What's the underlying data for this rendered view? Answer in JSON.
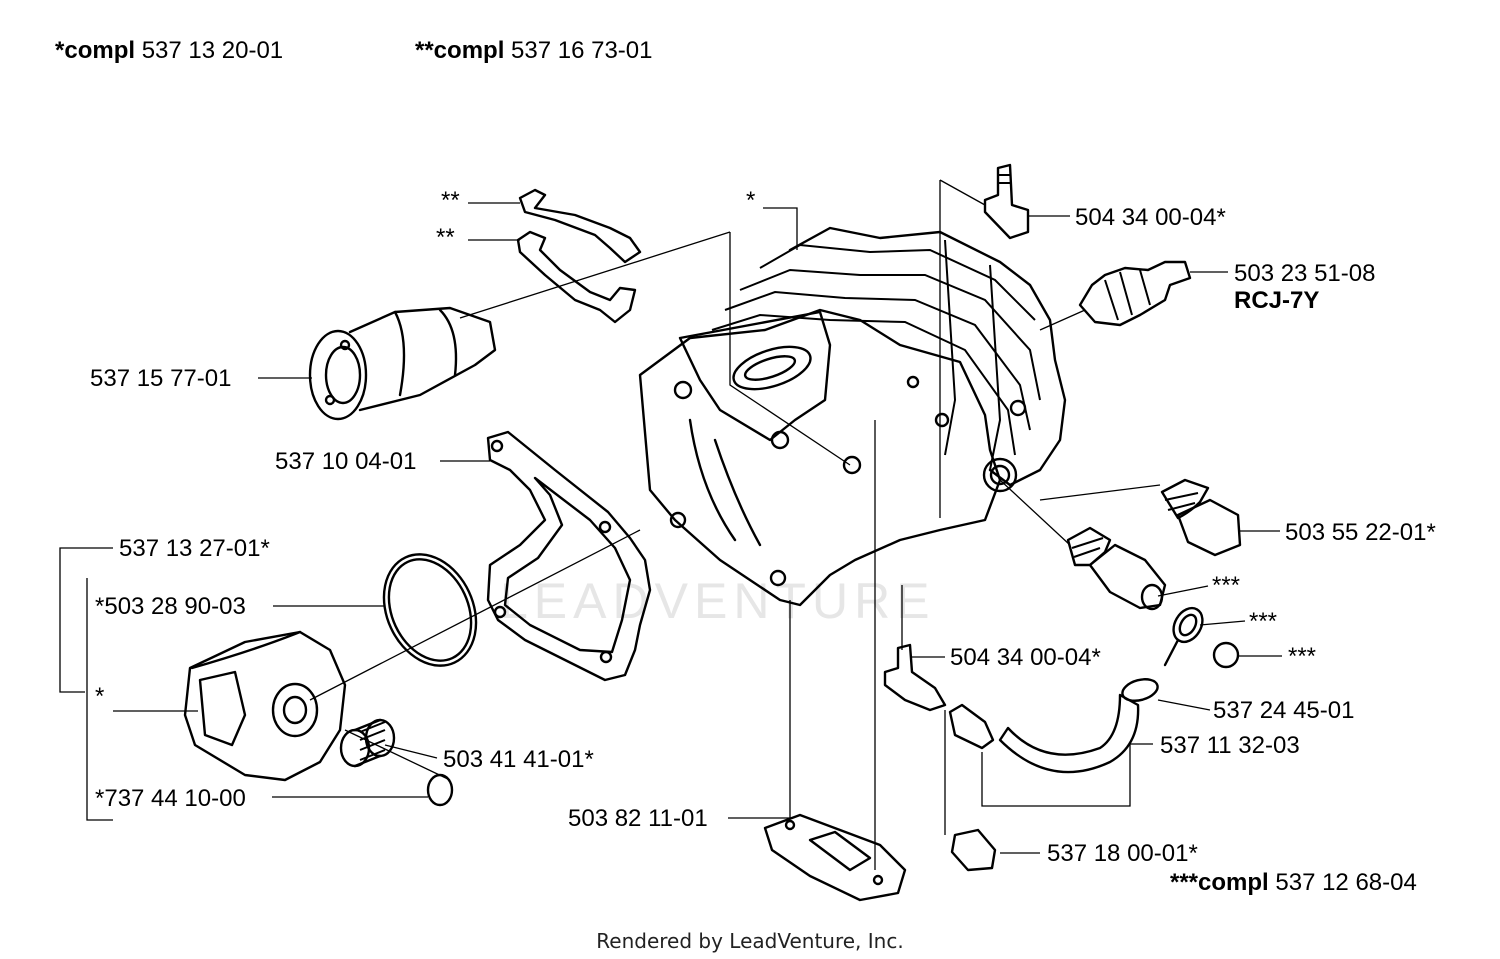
{
  "header": {
    "compl1_prefix": "*compl",
    "compl1_number": "537 13 20-01",
    "compl2_prefix": "**compl",
    "compl2_number": "537 16 73-01",
    "compl3_prefix": "***compl",
    "compl3_number": "537 12 68-04"
  },
  "labels": {
    "star_cylinder": "*",
    "star2_upper": "**",
    "star2_lower": "**",
    "intake": "537 15 77-01",
    "gasket": "537 10 04-01",
    "piston_kit": "537 13 27-01*",
    "ring": "*503 28 90-03",
    "star_piston": "*",
    "bearing": "503 41 41-01*",
    "circlip": "*737 44 10-00",
    "gasket_bottom": "503 82 11-01",
    "nipple_bottom": "504 34 00-04*",
    "pipe_end": "537 18 00-01*",
    "clamp": "537 24 45-01",
    "hose": "537 11 32-03",
    "star3_a": "***",
    "star3_b": "***",
    "star3_c": "***",
    "plug": "503 55 22-01*",
    "spark_plug": "503 23 51-08",
    "spark_plug_type": "RCJ-7Y",
    "nipple_top": "504 34 00-04*"
  },
  "watermark": "LEADVENTURE",
  "footer": "Rendered by LeadVenture, Inc."
}
